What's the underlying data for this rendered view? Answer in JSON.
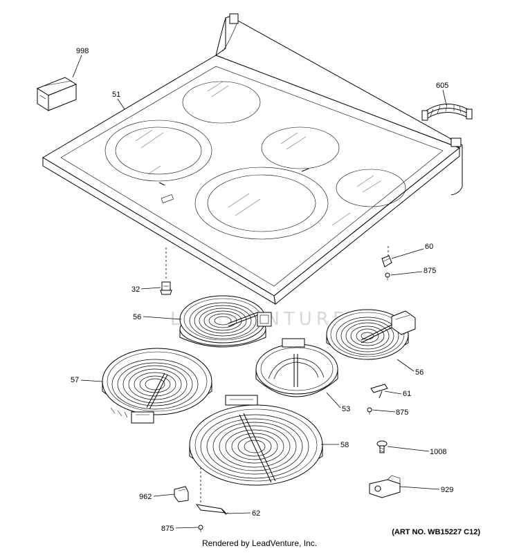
{
  "watermark": "LEADVENTURE",
  "art_number": "(ART NO. WB15227 C12)",
  "footer": "Rendered by LeadVenture, Inc.",
  "callouts": {
    "c998": "998",
    "c51": "51",
    "c605": "605",
    "c60": "60",
    "c875a": "875",
    "c32": "32",
    "c56a": "56",
    "c56b": "56",
    "c57": "57",
    "c53": "53",
    "c61": "61",
    "c875b": "875",
    "c58": "58",
    "c1008": "1008",
    "c962": "962",
    "c929": "929",
    "c62": "62",
    "c875c": "875"
  }
}
